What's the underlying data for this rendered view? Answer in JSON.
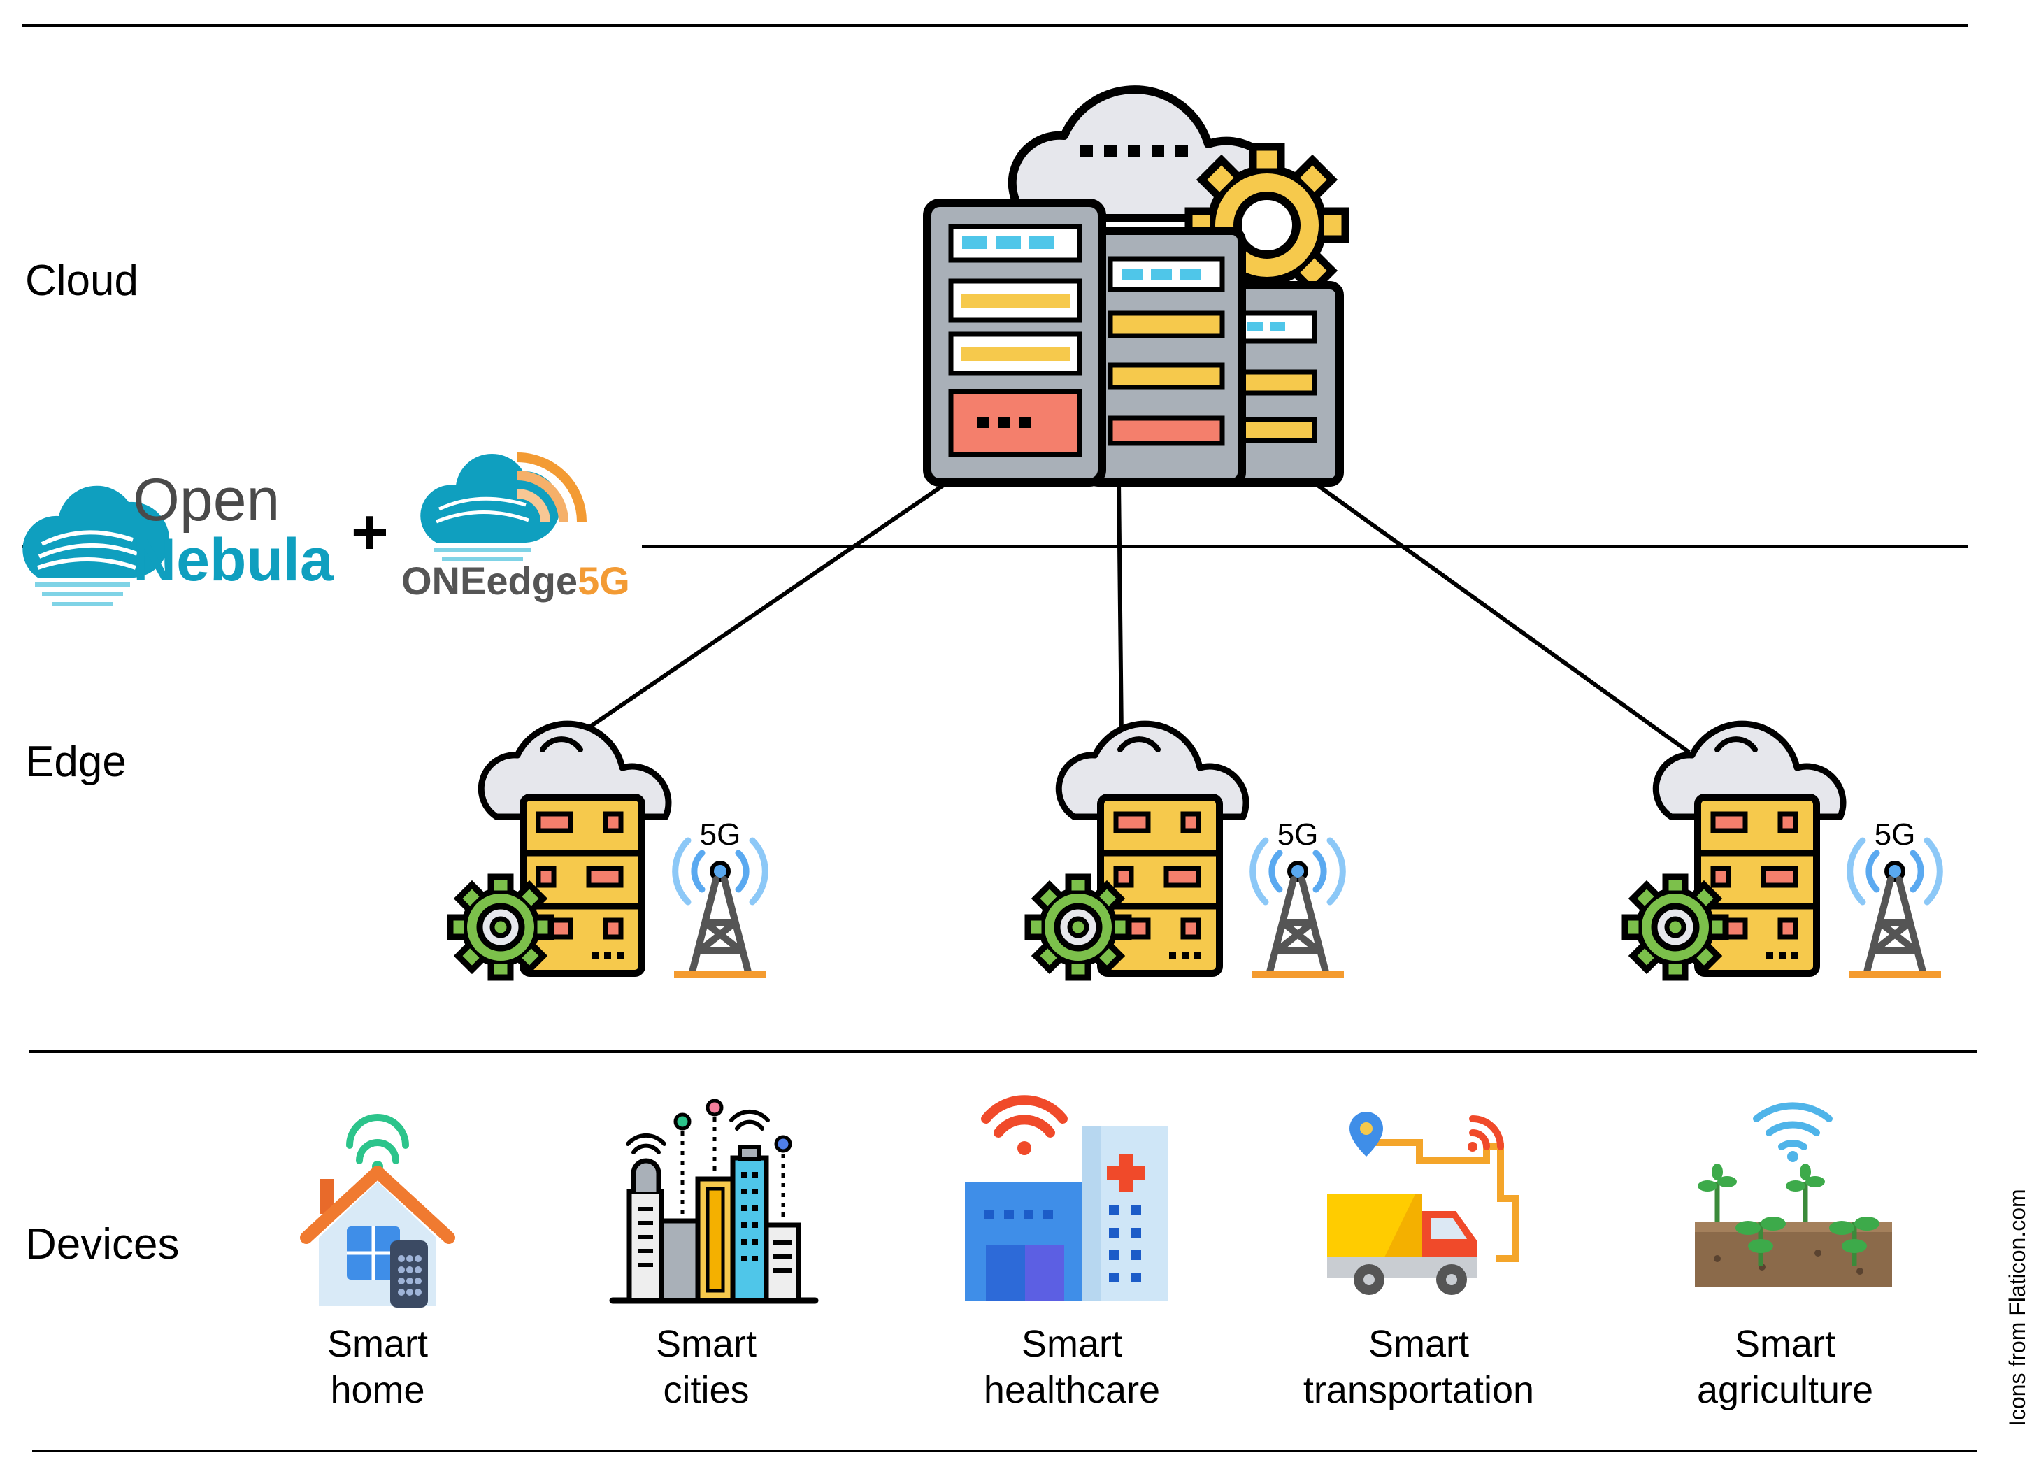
{
  "layers": {
    "cloud": "Cloud",
    "edge": "Edge",
    "devices": "Devices"
  },
  "logos": {
    "opennebula_line1": "Open",
    "opennebula_line2": "Nebula",
    "plus": "+",
    "oneedge_main": "ONEedge",
    "oneedge_suffix": "5G"
  },
  "edge_nodes": [
    {
      "label": "5G"
    },
    {
      "label": "5G"
    },
    {
      "label": "5G"
    }
  ],
  "devices": [
    {
      "line1": "Smart",
      "line2": "home",
      "icon": "smart-home-icon"
    },
    {
      "line1": "Smart",
      "line2": "cities",
      "icon": "smart-city-icon"
    },
    {
      "line1": "Smart",
      "line2": "healthcare",
      "icon": "hospital-icon"
    },
    {
      "line1": "Smart",
      "line2": "transportation",
      "icon": "delivery-truck-icon"
    },
    {
      "line1": "Smart",
      "line2": "agriculture",
      "icon": "agriculture-icon"
    }
  ],
  "credit": "Icons from Flaticon.com",
  "colors": {
    "line": "#000000",
    "cloud_fill": "#e6e7ec",
    "server_gray": "#a9b0b8",
    "server_yellow": "#f6c94c",
    "server_red": "#f47f6c",
    "server_blue": "#4fc6e9",
    "gear_green": "#7cc04b",
    "gear_yellow": "#f6c94c",
    "tower_orange": "#f49b2f",
    "wifi_blue": "#5aa9f0",
    "opennebula_blue": "#0f9fbf",
    "oneedge_orange": "#f39b34"
  }
}
